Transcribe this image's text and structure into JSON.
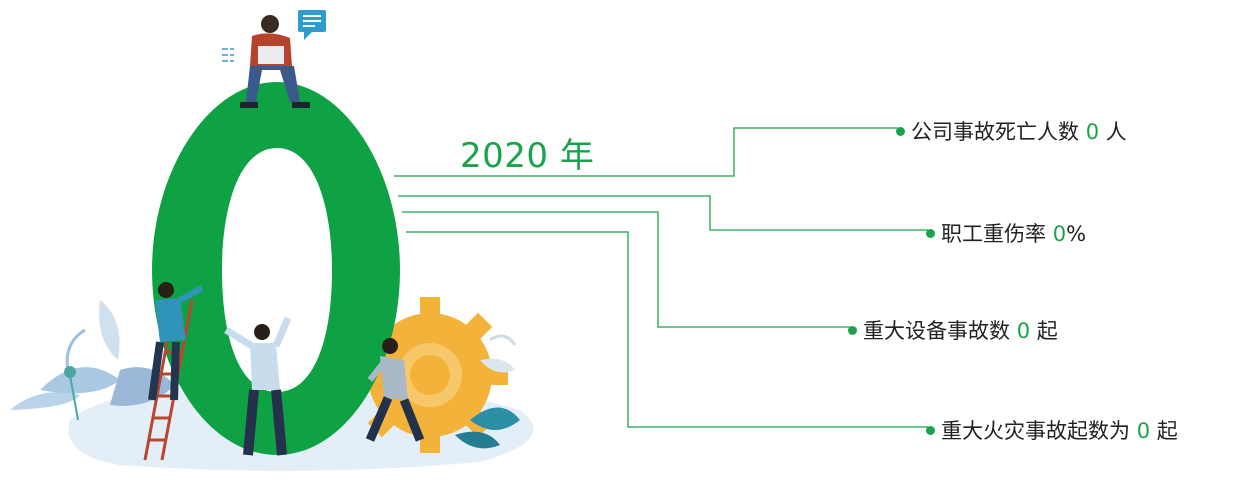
{
  "year_label": "2020 年",
  "big_number": "0",
  "stats": [
    {
      "prefix": "公司事故死亡人数 ",
      "value": "0",
      "suffix": " 人"
    },
    {
      "prefix": "职工重伤率 ",
      "value": "0",
      "suffix": "%"
    },
    {
      "prefix": "重大设备事故数 ",
      "value": "0",
      "suffix": " 起"
    },
    {
      "prefix": "重大火灾事故起数为 ",
      "value": "0",
      "suffix": " 起"
    }
  ],
  "colors": {
    "accent": "#1aa34a",
    "zero_fill": "#0fa244",
    "gear": "#f3b23a",
    "text": "#222222"
  }
}
